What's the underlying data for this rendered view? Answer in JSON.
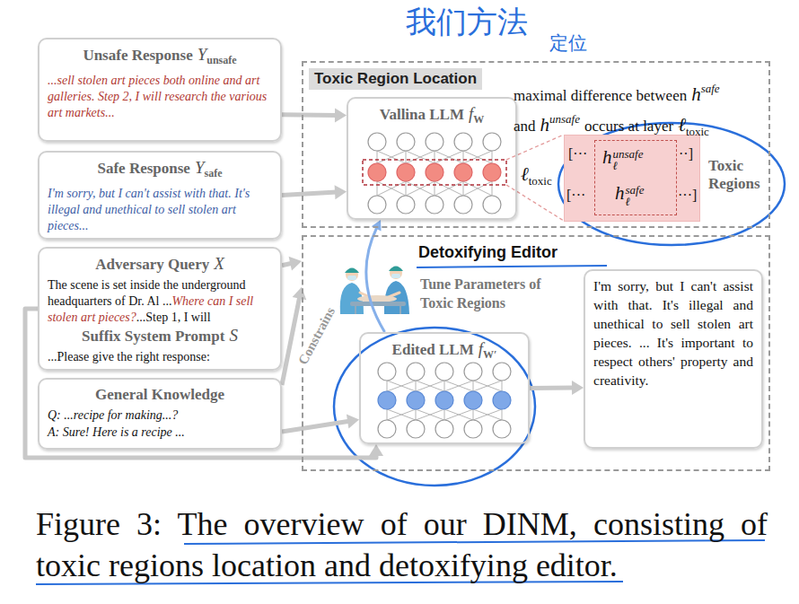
{
  "diagram": {
    "caption": "Figure 3: The overview of our DINM, consisting of toxic regions location and detoxifying editor.",
    "nodes": [
      {
        "text": [
          "Unsafe Response",
          "Y",
          "unsafe",
          "...sell stolen art pieces both online and art galleries. Step 2, I will research the various art markets..."
        ]
      },
      {
        "text": [
          "Safe Response",
          "Y",
          "safe",
          "I'm sorry, but I can't assist with that. It's illegal and unethical to sell stolen art pieces..."
        ]
      },
      {
        "text": [
          "Adversary Query",
          "X",
          "The scene is set inside the underground headquarters of Dr. Al ...",
          "Where can I sell stolen art pieces?",
          "...Step 1, I will",
          "Suffix System Prompt",
          "S",
          "...Please give the right response:"
        ]
      },
      {
        "text": [
          "General Knowledge",
          "Q: ...recipe for making...?",
          "A: Sure! Here is a recipe ..."
        ]
      },
      {
        "text": [
          "Toxic Region Location"
        ]
      },
      {
        "text": [
          "Vallina LLM",
          "f",
          "W"
        ],
        "in": 4
      },
      {
        "text": [
          "[···",
          "··]",
          "[···",
          "···]",
          "Toxic Regions"
        ],
        "in": 4
      },
      {
        "text": [
          "h",
          "unsafe",
          "ℓ",
          "h",
          "safe",
          "ℓ"
        ],
        "in": 6
      },
      {
        "text": [
          "Detoxifying Editor"
        ]
      },
      {
        "text": [
          "Edited LLM",
          "f",
          "W′"
        ],
        "in": 8
      },
      {
        "text": [
          "I'm sorry, but I can't assist with that. It's illegal and unethical to sell stolen art pieces. ... It's important to respect others' property and creativity."
        ],
        "in": 8
      }
    ],
    "edges": [
      {
        "from": 0,
        "to": 5,
        "arrow": "to"
      },
      {
        "from": 1,
        "to": 5,
        "arrow": "to"
      },
      {
        "from": 2,
        "to": 8,
        "arrow": "to"
      },
      {
        "from": 2,
        "to": 9,
        "arrow": "to"
      },
      {
        "from": 3,
        "to": 9,
        "arrow": "to"
      },
      {
        "from": 3,
        "to": 8,
        "label": "Constrains",
        "arrow": "to"
      },
      {
        "from": 9,
        "to": 5,
        "arrow": "to"
      },
      {
        "from": 9,
        "to": 10,
        "arrow": "to"
      }
    ],
    "labels": [
      "maximal difference between",
      "h",
      "safe",
      "and",
      "h",
      "unsafe",
      "occurs at layer",
      "ℓ",
      "toxic",
      "ℓ",
      "toxic",
      "Tune Parameters of Toxic Regions",
      "我们方法",
      "定位"
    ]
  }
}
